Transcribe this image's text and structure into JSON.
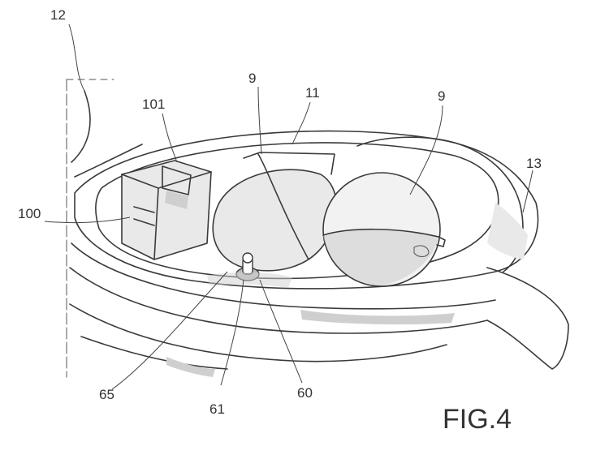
{
  "figure_label": "FIG.4",
  "references": {
    "r12": "12",
    "r9a": "9",
    "r11": "11",
    "r9b": "9",
    "r101": "101",
    "r13": "13",
    "r100": "100",
    "r65": "65",
    "r61": "61",
    "r60": "60"
  }
}
